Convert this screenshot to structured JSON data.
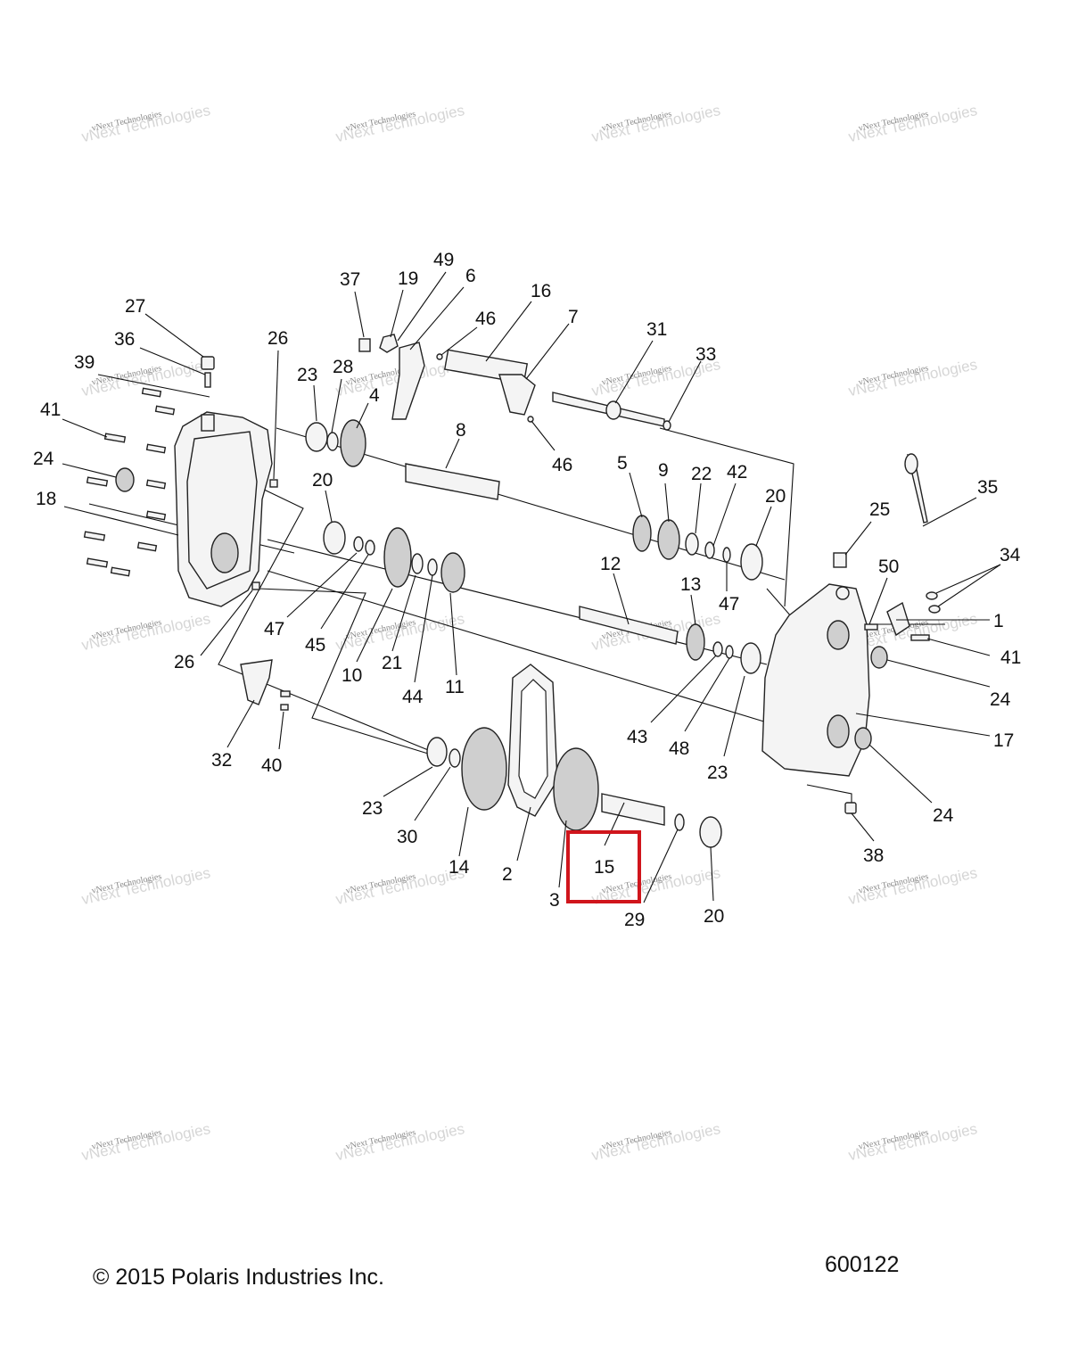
{
  "diagram": {
    "callouts": [
      {
        "id": "c1",
        "label": "1"
      },
      {
        "id": "c2",
        "label": "2"
      },
      {
        "id": "c3",
        "label": "3"
      },
      {
        "id": "c4",
        "label": "4"
      },
      {
        "id": "c5",
        "label": "5"
      },
      {
        "id": "c6",
        "label": "6"
      },
      {
        "id": "c7",
        "label": "7"
      },
      {
        "id": "c8",
        "label": "8"
      },
      {
        "id": "c9",
        "label": "9"
      },
      {
        "id": "c10",
        "label": "10"
      },
      {
        "id": "c11",
        "label": "11"
      },
      {
        "id": "c12",
        "label": "12"
      },
      {
        "id": "c13",
        "label": "13"
      },
      {
        "id": "c14",
        "label": "14"
      },
      {
        "id": "c15",
        "label": "15"
      },
      {
        "id": "c16",
        "label": "16"
      },
      {
        "id": "c17",
        "label": "17"
      },
      {
        "id": "c18",
        "label": "18"
      },
      {
        "id": "c19",
        "label": "19"
      },
      {
        "id": "c20a",
        "label": "20"
      },
      {
        "id": "c20b",
        "label": "20"
      },
      {
        "id": "c20c",
        "label": "20"
      },
      {
        "id": "c21",
        "label": "21"
      },
      {
        "id": "c22",
        "label": "22"
      },
      {
        "id": "c23a",
        "label": "23"
      },
      {
        "id": "c23b",
        "label": "23"
      },
      {
        "id": "c23c",
        "label": "23"
      },
      {
        "id": "c24a",
        "label": "24"
      },
      {
        "id": "c24b",
        "label": "24"
      },
      {
        "id": "c24c",
        "label": "24"
      },
      {
        "id": "c25",
        "label": "25"
      },
      {
        "id": "c26a",
        "label": "26"
      },
      {
        "id": "c26b",
        "label": "26"
      },
      {
        "id": "c27",
        "label": "27"
      },
      {
        "id": "c28",
        "label": "28"
      },
      {
        "id": "c29",
        "label": "29"
      },
      {
        "id": "c30",
        "label": "30"
      },
      {
        "id": "c31",
        "label": "31"
      },
      {
        "id": "c32",
        "label": "32"
      },
      {
        "id": "c33",
        "label": "33"
      },
      {
        "id": "c34",
        "label": "34"
      },
      {
        "id": "c35",
        "label": "35"
      },
      {
        "id": "c36",
        "label": "36"
      },
      {
        "id": "c37",
        "label": "37"
      },
      {
        "id": "c38",
        "label": "38"
      },
      {
        "id": "c39",
        "label": "39"
      },
      {
        "id": "c40",
        "label": "40"
      },
      {
        "id": "c41a",
        "label": "41"
      },
      {
        "id": "c41b",
        "label": "41"
      },
      {
        "id": "c42",
        "label": "42"
      },
      {
        "id": "c43",
        "label": "43"
      },
      {
        "id": "c44",
        "label": "44"
      },
      {
        "id": "c45",
        "label": "45"
      },
      {
        "id": "c46a",
        "label": "46"
      },
      {
        "id": "c46b",
        "label": "46"
      },
      {
        "id": "c47a",
        "label": "47"
      },
      {
        "id": "c47b",
        "label": "47"
      },
      {
        "id": "c48",
        "label": "48"
      },
      {
        "id": "c49",
        "label": "49"
      },
      {
        "id": "c50",
        "label": "50"
      }
    ],
    "highlighted_callout": "15",
    "highlight_color": "#d0151c",
    "watermark": {
      "small_text": "vNext Technologies",
      "large_text": "vNext Technologies"
    }
  },
  "footer": {
    "copyright": "© 2015 Polaris Industries Inc.",
    "drawing_number": "600122"
  }
}
